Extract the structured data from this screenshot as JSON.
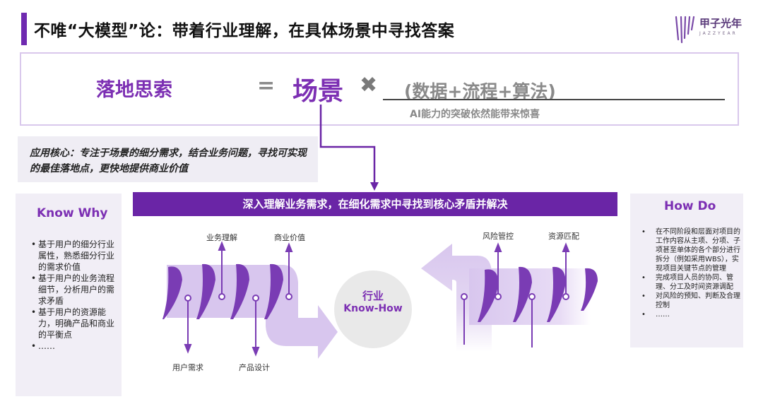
{
  "header": {
    "title": "不唯“大模型”论：带着行业理解，在具体场景中寻找答案",
    "logo_cn": "甲子光年",
    "logo_en": "JAZZYEAR"
  },
  "formula": {
    "left": "落地思索",
    "equals": "=",
    "scene": "场景",
    "times": "✖",
    "right": "(数据+流程+算法)",
    "subtitle": "AI能力的突破依然能带来惊喜"
  },
  "core": {
    "text": "应用核心：专注于场景的细分需求，结合业务问题，寻找可实现的最佳落地点，更快地提供商业价值"
  },
  "banner": {
    "text": "深入理解业务需求，在细化需求中寻找到核心矛盾并解决"
  },
  "know_why": {
    "title": "Know Why",
    "items": [
      "基于用户的细分行业属性，熟悉细分行业的需求价值",
      "基于用户的业务流程细节，分析用户的需求矛盾",
      "基于用户的资源能力，明确产品和商业的平衡点",
      "……"
    ]
  },
  "how_do": {
    "title": "How Do",
    "items": [
      "在不同阶段和层面对项目的工作内容从主项、分项、子项甚至单体的各个部分进行拆分（例如采用WBS），实现项目关键节点的管理",
      "完成项目人员的协同、管理、分工及时间资源调配",
      "对风险的预知、判断及合理控制",
      "……"
    ]
  },
  "diagram": {
    "up_labels": [
      "业务理解",
      "商业价值",
      "风险管控",
      "资源匹配"
    ],
    "down_labels": [
      "用户需求",
      "产品设计"
    ],
    "center_line1": "行业",
    "center_line2": "Know-How"
  },
  "colors": {
    "accent": "#7c2fb3",
    "banner": "#6a25a6",
    "light_purple": "#d8c6ee",
    "panel_bg": "#f1eef6"
  }
}
